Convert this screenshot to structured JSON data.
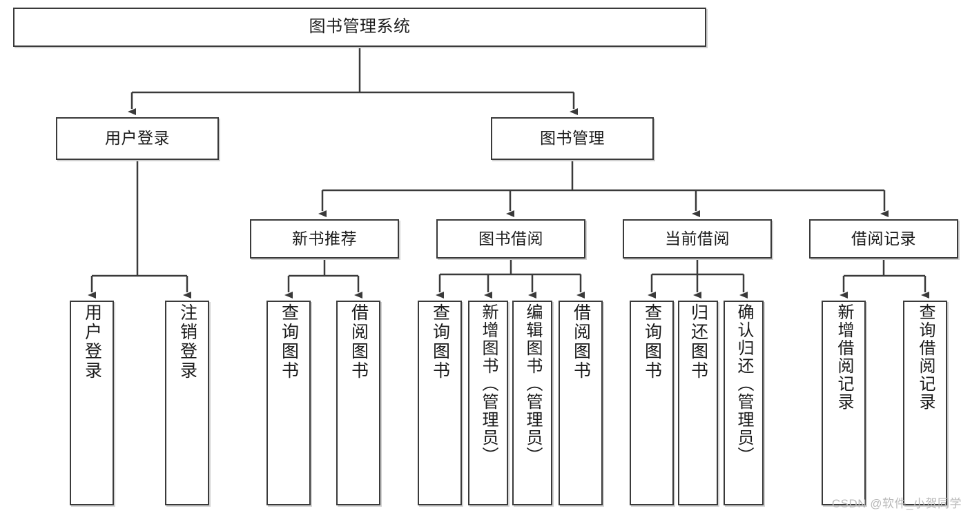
{
  "diagram": {
    "title": "图书管理系统",
    "type": "tree",
    "watermark": "CSDN @软件_小贺同学",
    "colors": {
      "box_border": "#3a3a3a",
      "box_fill": "#ffffff",
      "connector": "#3a3a3a",
      "text": "#1b1b1b",
      "watermark": "#b9b9b9"
    },
    "levels": {
      "root": {
        "label": "图书管理系统"
      },
      "level2": [
        {
          "label": "用户登录"
        },
        {
          "label": "图书管理"
        }
      ],
      "level3": [
        {
          "label": "新书推荐"
        },
        {
          "label": "图书借阅"
        },
        {
          "label": "当前借阅"
        },
        {
          "label": "借阅记录"
        }
      ],
      "leaves": [
        {
          "label": "用户登录",
          "parent": "用户登录"
        },
        {
          "label": "注销登录",
          "parent": "用户登录"
        },
        {
          "label": "查询图书",
          "parent": "新书推荐"
        },
        {
          "label": "借阅图书",
          "parent": "新书推荐"
        },
        {
          "label": "查询图书",
          "parent": "图书借阅"
        },
        {
          "label": "新增图书（管理员）",
          "parent": "图书借阅"
        },
        {
          "label": "编辑图书（管理员）",
          "parent": "图书借阅"
        },
        {
          "label": "借阅图书",
          "parent": "图书借阅"
        },
        {
          "label": "查询图书",
          "parent": "当前借阅"
        },
        {
          "label": "归还图书",
          "parent": "当前借阅"
        },
        {
          "label": "确认归还（管理员）",
          "parent": "当前借阅"
        },
        {
          "label": "新增借阅记录",
          "parent": "借阅记录"
        },
        {
          "label": "查询借阅记录",
          "parent": "借阅记录"
        }
      ]
    }
  }
}
